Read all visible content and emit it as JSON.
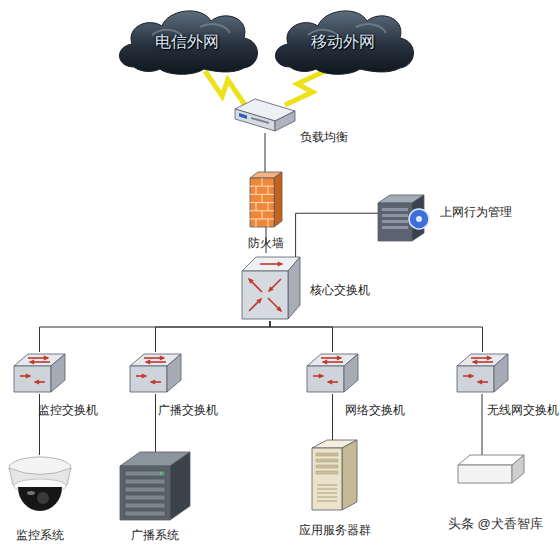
{
  "diagram": {
    "nodes": [
      {
        "text": [
          "电信外网"
        ]
      },
      {
        "text": [
          "移动外网"
        ]
      },
      {
        "text": [
          "负载均衡"
        ]
      },
      {
        "text": [
          "防火墙"
        ]
      },
      {
        "text": [
          "上网行为管理"
        ]
      },
      {
        "text": [
          "核心交换机"
        ]
      },
      {
        "text": [
          "监控交换机"
        ]
      },
      {
        "text": [
          "广播交换机"
        ]
      },
      {
        "text": [
          "网络交换机"
        ]
      },
      {
        "text": [
          "无线网交换机"
        ]
      },
      {
        "text": [
          "监控系统"
        ]
      },
      {
        "text": [
          "广播系统"
        ]
      },
      {
        "text": [
          "应用服务器群"
        ]
      }
    ],
    "edges": [
      {
        "from": 0,
        "to": 2,
        "arrow": "none"
      },
      {
        "from": 1,
        "to": 2,
        "arrow": "none"
      },
      {
        "from": 2,
        "to": 3,
        "arrow": "none"
      },
      {
        "from": 3,
        "to": 5,
        "arrow": "none"
      },
      {
        "from": 4,
        "to": 5,
        "arrow": "none"
      },
      {
        "from": 5,
        "to": 6,
        "arrow": "none"
      },
      {
        "from": 5,
        "to": 7,
        "arrow": "none"
      },
      {
        "from": 5,
        "to": 8,
        "arrow": "none"
      },
      {
        "from": 5,
        "to": 9,
        "arrow": "none"
      },
      {
        "from": 6,
        "to": 10,
        "arrow": "none"
      },
      {
        "from": 7,
        "to": 11,
        "arrow": "none"
      },
      {
        "from": 8,
        "to": 12,
        "arrow": "none"
      }
    ],
    "labels": [
      "头条 @犬香智库"
    ]
  }
}
